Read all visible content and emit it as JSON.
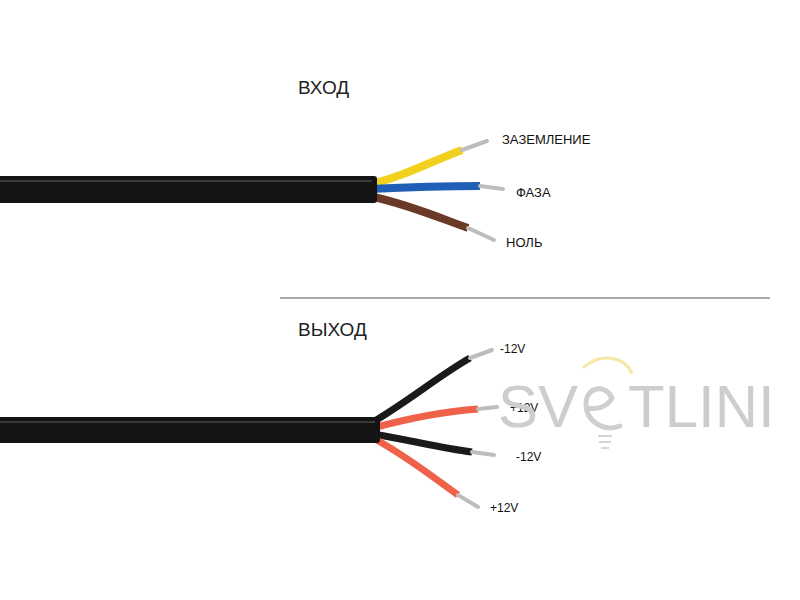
{
  "diagram": {
    "labels": [
      "ВХОД",
      "ЗАЗЕМЛЕНИЕ",
      "ФАЗА",
      "НОЛЬ",
      "ВЫХОД",
      "-12V",
      "+12V",
      "-12V",
      "+12V",
      "SV",
      "TLINI"
    ]
  }
}
